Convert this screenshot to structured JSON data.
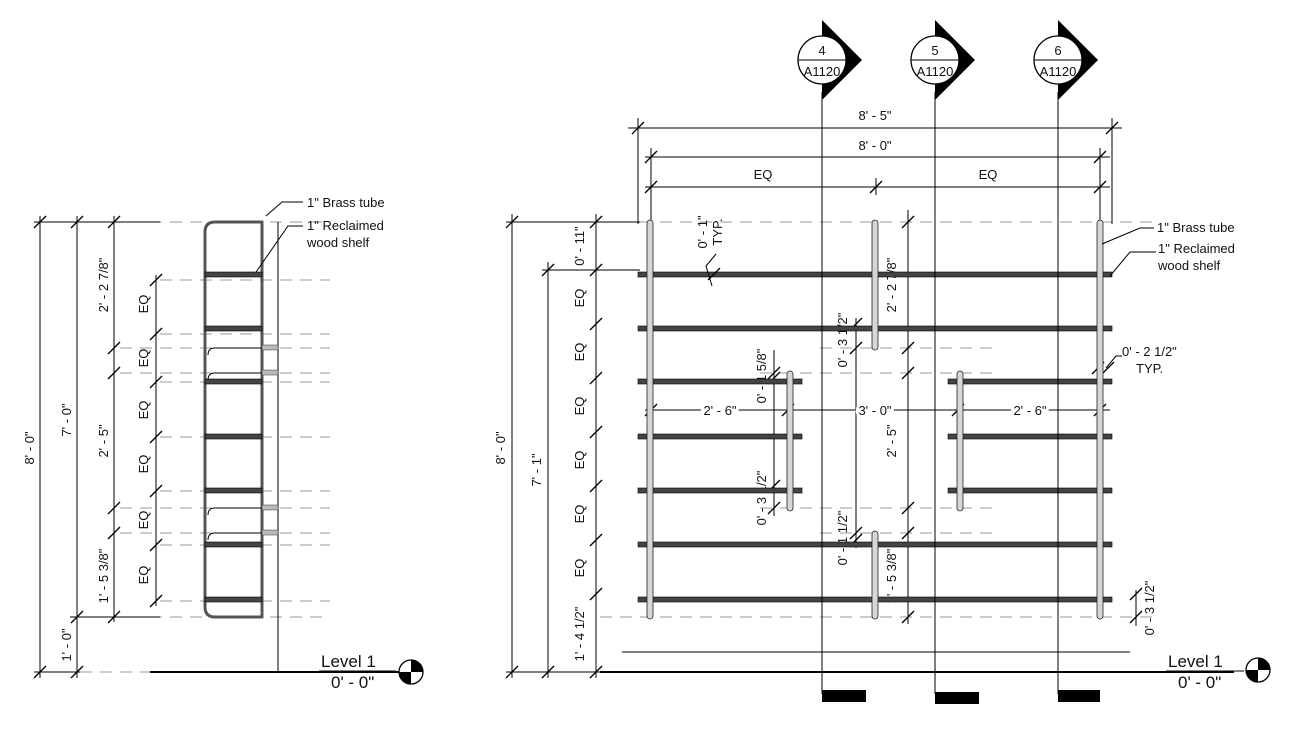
{
  "left_elevation": {
    "overall_height": "8' - 0\"",
    "upper_height": "7' - 0\"",
    "base_height": "1' - 0\"",
    "seg_top": "2' - 2 7/8\"",
    "seg_mid": "2' - 5\"",
    "seg_bottom": "1' - 5 3/8\"",
    "eq": "EQ",
    "note_tube": "1\" Brass tube",
    "note_shelf_1": "1\" Reclaimed",
    "note_shelf_2": "wood shelf",
    "level_name": "Level 1",
    "level_elev": "0' - 0\""
  },
  "right_elevation": {
    "overall_width": "8' - 5\"",
    "inner_width": "8' - 0\"",
    "eq": "EQ",
    "overall_height": "8' - 0\"",
    "upper_height": "7' - 1\"",
    "top_offset": "0' - 11\"",
    "base_offset": "1' - 4 1/2\"",
    "typ_gap": "0' - 1\"",
    "typ": "TYP.",
    "center_top": "2' - 2 7/8\"",
    "center_mid": "2' - 5\"",
    "center_bottom": "1' - 5 3/8\"",
    "gap_a": "0' - 3 1/2\"",
    "gap_b": "0' - 1 5/8\"",
    "gap_c": "0' - 3 1/2\"",
    "gap_d": "0' - 1 1/2\"",
    "gap_e": "0' - 3 1/2\"",
    "tube_typ": "0' - 2 1/2\"",
    "span_left": "2' - 6\"",
    "span_center": "3' - 0\"",
    "span_right": "2' - 6\"",
    "note_tube": "1\" Brass tube",
    "note_shelf_1": "1\" Reclaimed",
    "note_shelf_2": "wood shelf",
    "level_name": "Level 1",
    "level_elev": "0' - 0\""
  },
  "section_markers": [
    {
      "number": "4",
      "sheet": "A1120"
    },
    {
      "number": "5",
      "sheet": "A1120"
    },
    {
      "number": "6",
      "sheet": "A1120"
    }
  ]
}
